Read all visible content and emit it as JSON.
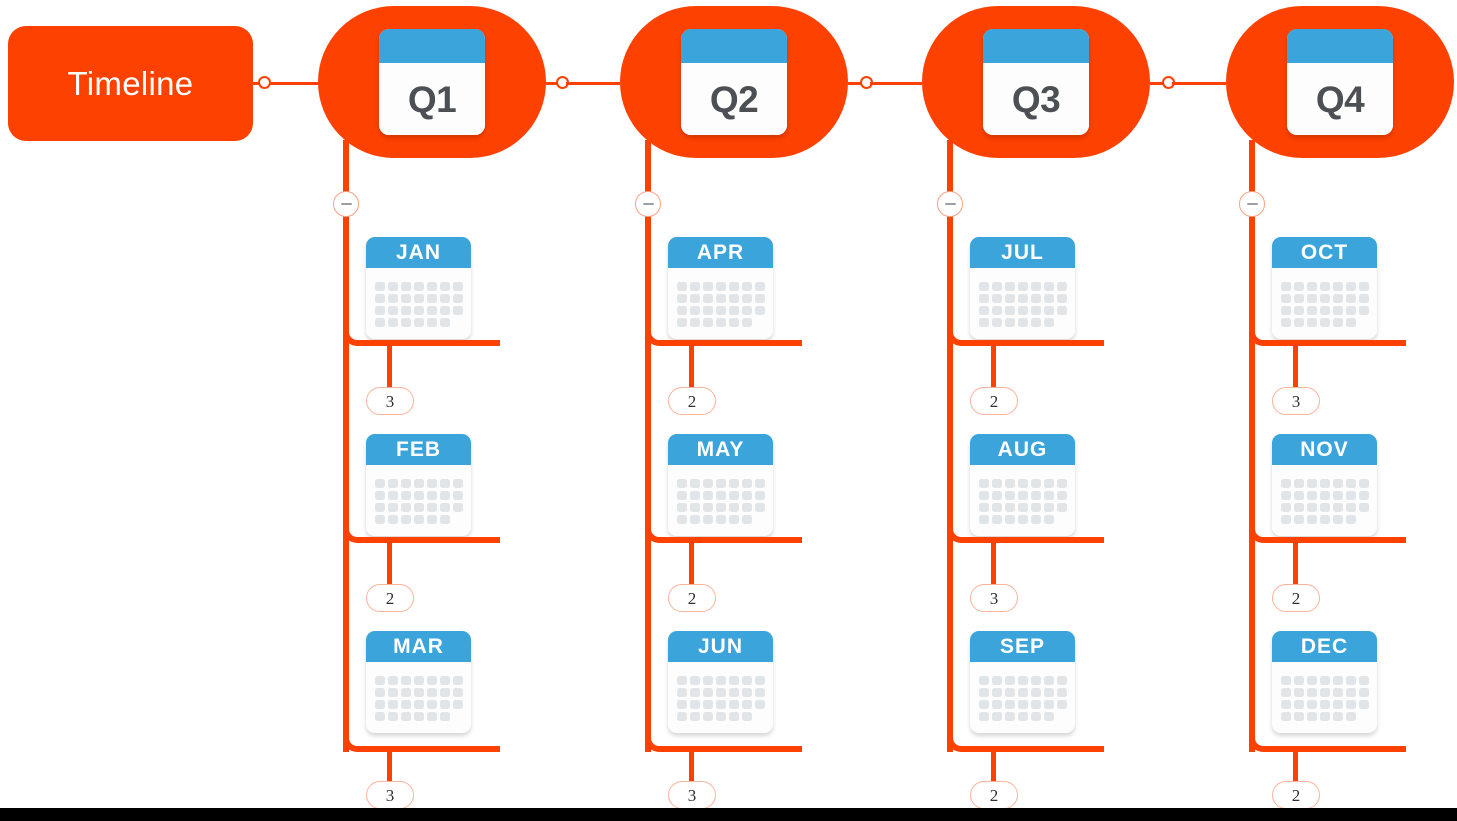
{
  "colors": {
    "accent_orange": "#FC4100",
    "calendar_blue": "#3BA4DB",
    "calendar_text_gray": "#4C5055",
    "badge_border": "#FBB39B",
    "bottom_bar": "#000000"
  },
  "root": {
    "label": "Timeline"
  },
  "icons": {
    "collapse": "minus-icon",
    "calendar": "calendar-icon",
    "joint": "connector-dot-icon"
  },
  "quarters": [
    {
      "label": "Q1",
      "collapse_label": "-",
      "months": [
        {
          "label": "JAN",
          "count": "3"
        },
        {
          "label": "FEB",
          "count": "2"
        },
        {
          "label": "MAR",
          "count": "3"
        }
      ]
    },
    {
      "label": "Q2",
      "collapse_label": "-",
      "months": [
        {
          "label": "APR",
          "count": "2"
        },
        {
          "label": "MAY",
          "count": "2"
        },
        {
          "label": "JUN",
          "count": "3"
        }
      ]
    },
    {
      "label": "Q3",
      "collapse_label": "-",
      "months": [
        {
          "label": "JUL",
          "count": "2"
        },
        {
          "label": "AUG",
          "count": "3"
        },
        {
          "label": "SEP",
          "count": "2"
        }
      ]
    },
    {
      "label": "Q4",
      "collapse_label": "-",
      "months": [
        {
          "label": "OCT",
          "count": "3"
        },
        {
          "label": "NOV",
          "count": "2"
        },
        {
          "label": "DEC",
          "count": "2"
        }
      ]
    }
  ]
}
